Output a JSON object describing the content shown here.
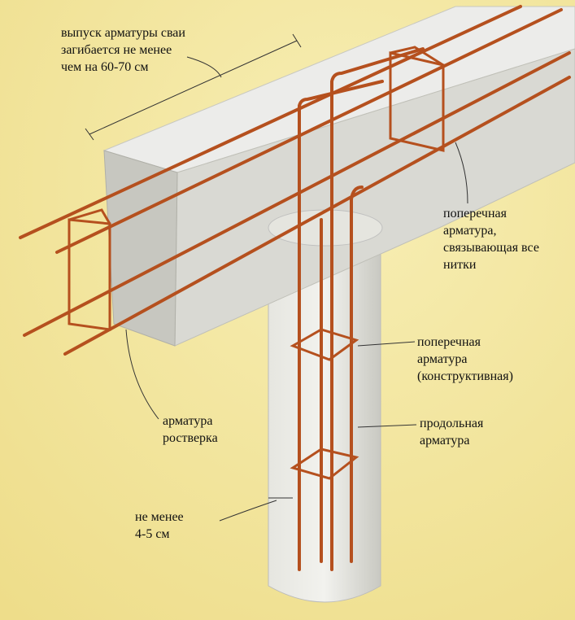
{
  "colors": {
    "background": "#f3e7a0",
    "concrete": "#dcdcd6",
    "rebar": "#b5501e",
    "text": "#111111"
  },
  "labels": {
    "release": [
      "выпуск арматуры сваи",
      "загибается не менее",
      "чем на 60-70 см"
    ],
    "transverse_binding": [
      "поперечная",
      "арматура,",
      "связывающая все",
      "нитки"
    ],
    "transverse_structural": [
      "поперечная",
      "арматура",
      "(конструктивная)"
    ],
    "longitudinal": [
      "продольная",
      "арматура"
    ],
    "grillage": [
      "арматура",
      "ростверка"
    ],
    "cover": [
      "не менее",
      "4-5 см"
    ]
  }
}
